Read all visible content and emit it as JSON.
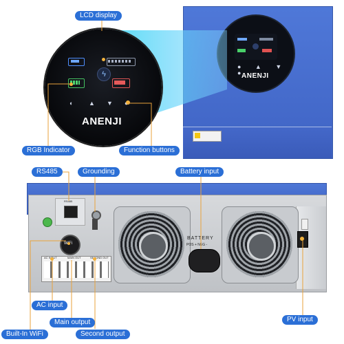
{
  "callouts": {
    "lcd_display": "LCD display",
    "rgb_indicator": "RGB Indicator",
    "function_buttons": "Function buttons",
    "rs485": "RS485",
    "grounding": "Grounding",
    "battery_input": "Battery input",
    "ac_input": "AC input",
    "main_output": "Main output",
    "builtin_wifi": "Built-In WiFi",
    "second_output": "Second output",
    "pv_input": "PV input"
  },
  "device": {
    "brand": "ANENJI",
    "rs485_port_label": "RS485",
    "battery_label": "BATTERY",
    "battery_polarity": "POS + NEG -",
    "wifi_label": "WiFi",
    "terminal_labels": [
      "AC INPUT",
      "MAIN OUT",
      "SECOND OUT"
    ]
  },
  "colors": {
    "callout_blue": "#2b6fd6",
    "panel_blue": "#4a6fd0",
    "leader_orange": "#e9a23b"
  }
}
